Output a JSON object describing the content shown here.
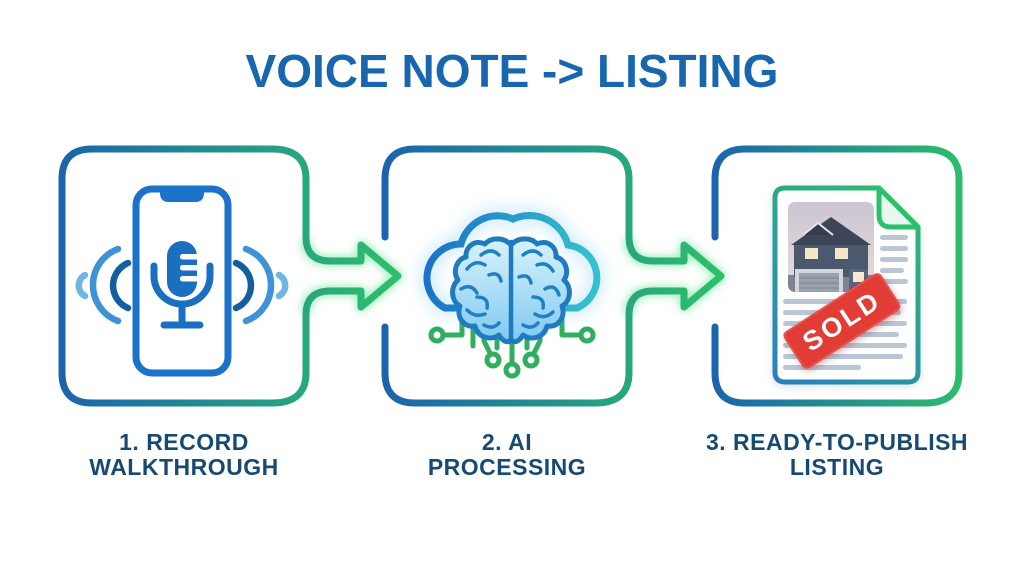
{
  "title": "VOICE NOTE -> LISTING",
  "steps": [
    {
      "line1": "1. RECORD",
      "line2": "WALKTHROUGH",
      "icon": "phone-voice-recording-icon"
    },
    {
      "line1": "2. AI",
      "line2": "PROCESSING",
      "icon": "cloud-brain-circuit-icon"
    },
    {
      "line1": "3. READY-TO-PUBLISH",
      "line2": "LISTING",
      "icon": "sold-listing-document-icon"
    }
  ],
  "listing_document": {
    "stamp_text": "SOLD"
  },
  "colors": {
    "title_blue": "#1766ae",
    "label_navy": "#174a72",
    "border_blue": "#1b63ae",
    "border_green": "#2dc06a",
    "phone_blue": "#1a73c8",
    "mic_blue": "#1a6fc0",
    "wave_light_blue": "#6fb5e6",
    "wave_mid_blue": "#3e93d6",
    "wave_dark_blue": "#135e9f",
    "cloud_teal": "#35c0cf",
    "brain_fill_light": "#d9f3fd",
    "brain_fill_deep": "#7fc9f1",
    "circuit_green": "#2fae5e",
    "doc_line_gray": "#b9c6d6",
    "stamp_red": "#e23c36"
  }
}
